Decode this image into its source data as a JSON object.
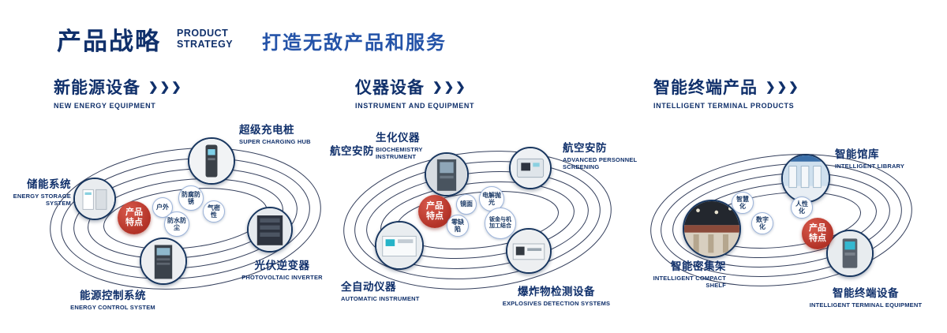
{
  "header": {
    "title_cn": "产品战略",
    "title_en_line1": "PRODUCT",
    "title_en_line2": "STRATEGY",
    "slogan": "打造无敌产品和服务"
  },
  "icons": {
    "section_arrows": "❯❯❯"
  },
  "sections": [
    {
      "title_cn": "新能源设备",
      "title_en": "NEW ENERGY EQUIPMENT",
      "center_label": "产品特点",
      "features": [
        "户外",
        "防腐防锈",
        "气密性",
        "防水防尘"
      ],
      "products": [
        {
          "cn": "储能系统",
          "en": "ENERGY STORAGE SYSTEM"
        },
        {
          "cn": "超级充电桩",
          "en": "SUPER CHARGING HUB"
        },
        {
          "cn": "光伏逆变器",
          "en": "PHOTOVOLTAIC INVERTER"
        },
        {
          "cn": "能源控制系统",
          "en": "ENERGY CONTROL SYSTEM"
        }
      ]
    },
    {
      "title_cn": "仪器设备",
      "title_en": "INSTRUMENT AND EQUIPMENT",
      "side_label": "航空安防",
      "center_label": "产品特点",
      "features": [
        "镜面",
        "电解抛光",
        "零缺陷",
        "钣金与机加工结合"
      ],
      "products": [
        {
          "cn": "生化仪器",
          "en": "BIOCHEMISTRY INSTRUMENT"
        },
        {
          "cn": "航空安防",
          "en": "ADVANCED PERSONNEL SCREENING"
        },
        {
          "cn": "全自动仪器",
          "en": "AUTOMATIC INSTRUMENT"
        },
        {
          "cn": "爆炸物检测设备",
          "en": "EXPLOSIVES DETECTION SYSTEMS"
        }
      ]
    },
    {
      "title_cn": "智能终端产品",
      "title_en": "INTELLIGENT TERMINAL PRODUCTS",
      "center_label": "产品特点",
      "features": [
        "智慧化",
        "人性化",
        "数字化"
      ],
      "products": [
        {
          "cn": "智能馆库",
          "en": "INTELLIGENT LIBRARY"
        },
        {
          "cn": "智能密集架",
          "en": "INTELLIGENT COMPACT SHELF"
        },
        {
          "cn": "智能终端设备",
          "en": "INTELLIGENT TERMINAL EQUIPMENT"
        }
      ]
    }
  ]
}
